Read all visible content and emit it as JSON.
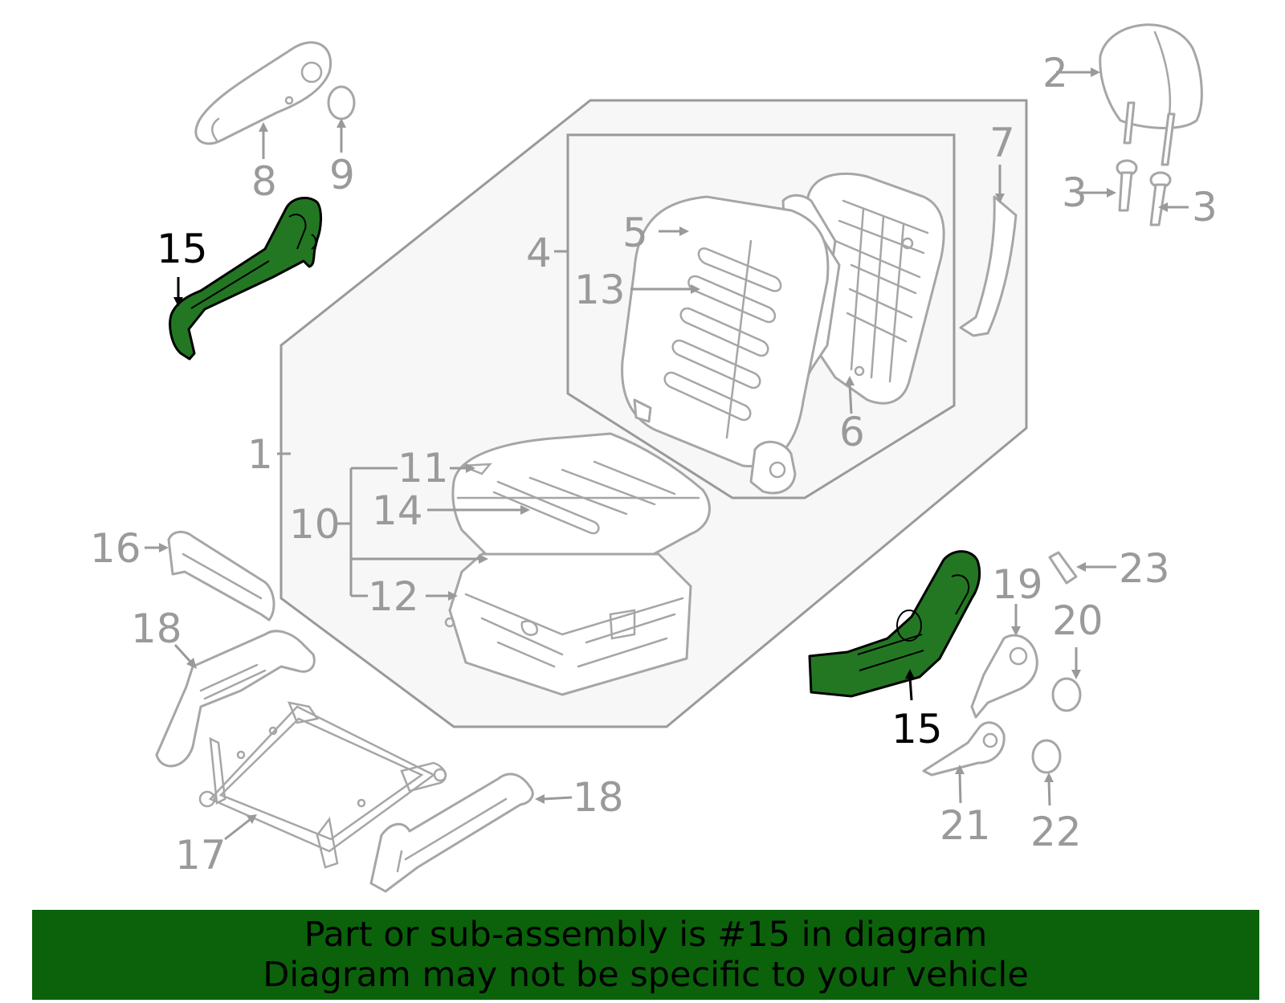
{
  "banner": {
    "line1": "Part or sub-assembly is #15 in diagram",
    "line2": "Diagram may not be specific to your vehicle",
    "background": "#0b620b"
  },
  "highlight": {
    "part_number": "15",
    "fill": "#237723",
    "outline": "#000000"
  },
  "callouts": {
    "c1": "1",
    "c2": "2",
    "c3": "3",
    "c4": "4",
    "c5": "5",
    "c6": "6",
    "c7": "7",
    "c8": "8",
    "c9": "9",
    "c10": "10",
    "c11": "11",
    "c12": "12",
    "c13": "13",
    "c14": "14",
    "c15": "15",
    "c16": "16",
    "c17": "17",
    "c18": "18",
    "c19": "19",
    "c20": "20",
    "c21": "21",
    "c22": "22",
    "c23": "23"
  },
  "colors": {
    "line_art": "#a6a6a6",
    "assembly_fill": "#f7f7f7",
    "label_gray": "#9a9a9a"
  }
}
